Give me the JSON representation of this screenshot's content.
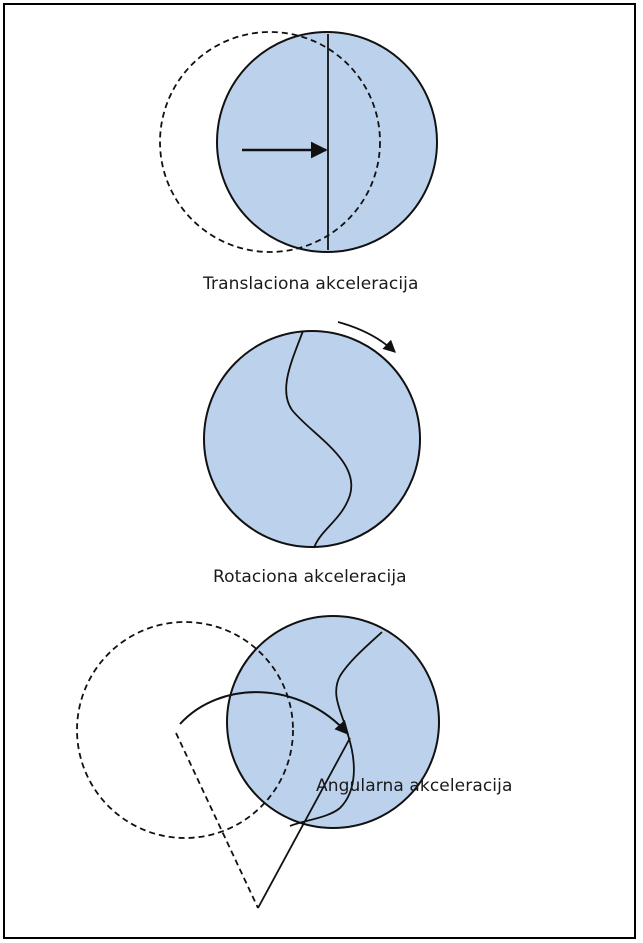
{
  "colors": {
    "disc_fill": "#bcd2ec",
    "stroke": "#111111",
    "background": "#ffffff"
  },
  "panels": [
    {
      "id": "translation",
      "caption": "Translaciona akceleracija"
    },
    {
      "id": "rotation",
      "caption": "Rotaciona akceleracija"
    },
    {
      "id": "angular",
      "caption": "Angularna akceleracija"
    }
  ]
}
